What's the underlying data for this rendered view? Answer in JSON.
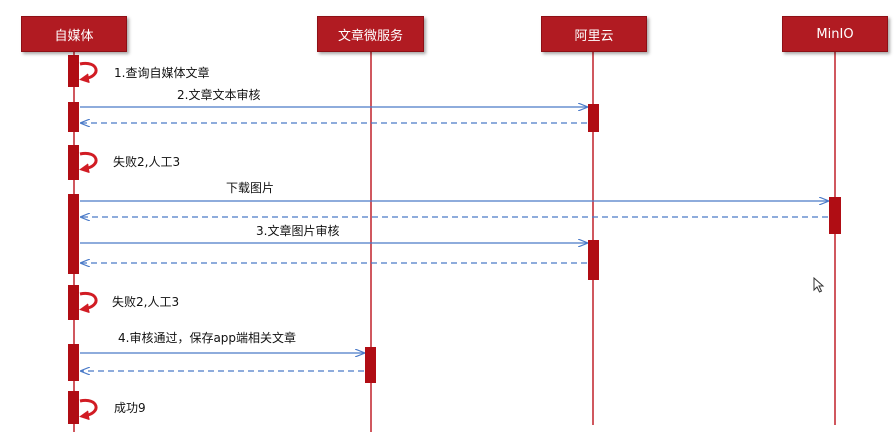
{
  "colors": {
    "header_bg": "#b11b22",
    "lifeline": "#c0202a",
    "activation": "#b00d14",
    "arrow": "#4a7ac8"
  },
  "participants": {
    "media": "自媒体",
    "article": "文章微服务",
    "aliyun": "阿里云",
    "minio": "MinIO"
  },
  "messages": {
    "m1": "1.查询自媒体文章",
    "m2": "2.文章文本审核",
    "m3": "失败2,人工3",
    "m4": "下载图片",
    "m5": "3.文章图片审核",
    "m6": "失败2,人工3",
    "m7": "4.审核通过，保存app端相关文章",
    "m8": "成功9"
  },
  "icons": {
    "self_call": "curved-arrow-icon",
    "cursor": "mouse-cursor-icon"
  }
}
